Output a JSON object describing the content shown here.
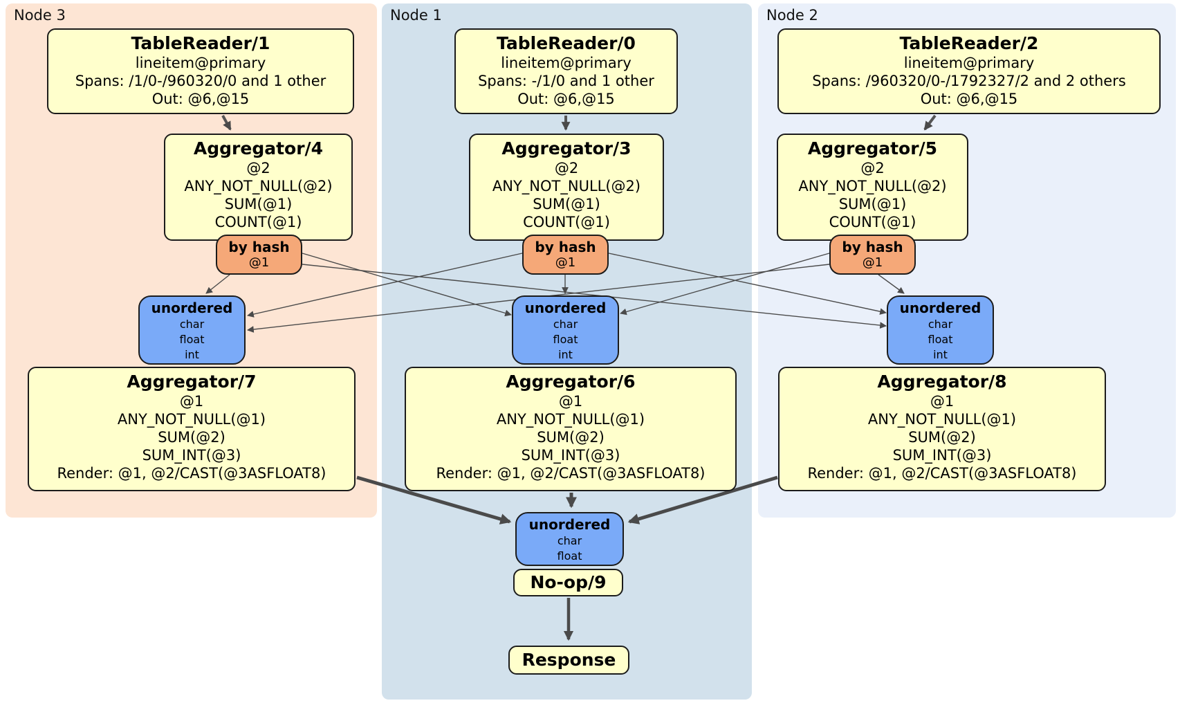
{
  "regions": [
    {
      "label": "Node 3"
    },
    {
      "label": "Node 1"
    },
    {
      "label": "Node 2"
    }
  ],
  "processors": {
    "tr1": {
      "title": "TableReader/1",
      "lines": [
        "lineitem@primary",
        "Spans: /1/0-/960320/0 and 1 other",
        "Out: @6,@15"
      ]
    },
    "tr0": {
      "title": "TableReader/0",
      "lines": [
        "lineitem@primary",
        "Spans: -/1/0 and 1 other",
        "Out: @6,@15"
      ]
    },
    "tr2": {
      "title": "TableReader/2",
      "lines": [
        "lineitem@primary",
        "Spans: /960320/0-/1792327/2 and 2 others",
        "Out: @6,@15"
      ]
    },
    "agg4": {
      "title": "Aggregator/4",
      "lines": [
        "@2",
        "ANY_NOT_NULL(@2)",
        "SUM(@1)",
        "COUNT(@1)"
      ]
    },
    "agg3": {
      "title": "Aggregator/3",
      "lines": [
        "@2",
        "ANY_NOT_NULL(@2)",
        "SUM(@1)",
        "COUNT(@1)"
      ]
    },
    "agg5": {
      "title": "Aggregator/5",
      "lines": [
        "@2",
        "ANY_NOT_NULL(@2)",
        "SUM(@1)",
        "COUNT(@1)"
      ]
    },
    "agg7": {
      "title": "Aggregator/7",
      "lines": [
        "@1",
        "ANY_NOT_NULL(@1)",
        "SUM(@2)",
        "SUM_INT(@3)",
        "Render: @1, @2/CAST(@3ASFLOAT8)"
      ]
    },
    "agg6": {
      "title": "Aggregator/6",
      "lines": [
        "@1",
        "ANY_NOT_NULL(@1)",
        "SUM(@2)",
        "SUM_INT(@3)",
        "Render: @1, @2/CAST(@3ASFLOAT8)"
      ]
    },
    "agg8": {
      "title": "Aggregator/8",
      "lines": [
        "@1",
        "ANY_NOT_NULL(@1)",
        "SUM(@2)",
        "SUM_INT(@3)",
        "Render: @1, @2/CAST(@3ASFLOAT8)"
      ]
    },
    "noop": {
      "title": "No-op/9"
    },
    "response": {
      "title": "Response"
    }
  },
  "routers": {
    "node3": {
      "title": "by hash",
      "key": "@1"
    },
    "node1": {
      "title": "by hash",
      "key": "@1"
    },
    "node2": {
      "title": "by hash",
      "key": "@1"
    }
  },
  "syncs": {
    "node3": {
      "title": "unordered",
      "columns": [
        "char",
        "float",
        "int"
      ]
    },
    "node1": {
      "title": "unordered",
      "columns": [
        "char",
        "float",
        "int"
      ]
    },
    "node2": {
      "title": "unordered",
      "columns": [
        "char",
        "float",
        "int"
      ]
    },
    "final": {
      "title": "unordered",
      "columns": [
        "char",
        "float"
      ]
    }
  },
  "colors": {
    "node3_bg": "#fde5d4",
    "node1_bg": "#d2e1ec",
    "node2_bg": "#eaf0fa",
    "processor_bg": "#ffffcc",
    "router_bg": "#f5a878",
    "sync_bg": "#7aaaf8",
    "edge": "#4a4a4a"
  }
}
